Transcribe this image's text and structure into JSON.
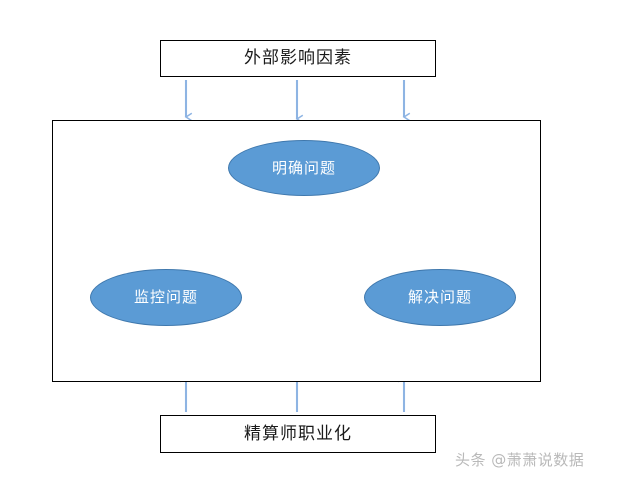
{
  "diagram": {
    "title_box_top": {
      "label": "外部影响因素"
    },
    "title_box_bottom": {
      "label": "精算师职业化"
    },
    "container": {
      "label": ""
    },
    "nodes": [
      {
        "id": "clarify",
        "label": "明确问题"
      },
      {
        "id": "monitor",
        "label": "监控问题"
      },
      {
        "id": "solve",
        "label": "解决问题"
      }
    ],
    "connectors": {
      "top_arrows_count": 3,
      "bottom_arrows_count": 3,
      "cycle_arrows": [
        {
          "from": "monitor",
          "to": "clarify",
          "style": "double-headed"
        },
        {
          "from": "clarify",
          "to": "solve",
          "style": "double-headed"
        },
        {
          "from": "monitor",
          "to": "solve",
          "style": "double-headed"
        }
      ]
    },
    "colors": {
      "node_fill": "#5b9bd5",
      "node_border": "#3f78ad",
      "arrow": "#8eb4e3",
      "box_border": "#000000",
      "node_text": "#ffffff",
      "box_text": "#1a1a1a",
      "watermark": "#b9b9b9"
    }
  },
  "watermark": {
    "text": "头条 @萧萧说数据"
  }
}
